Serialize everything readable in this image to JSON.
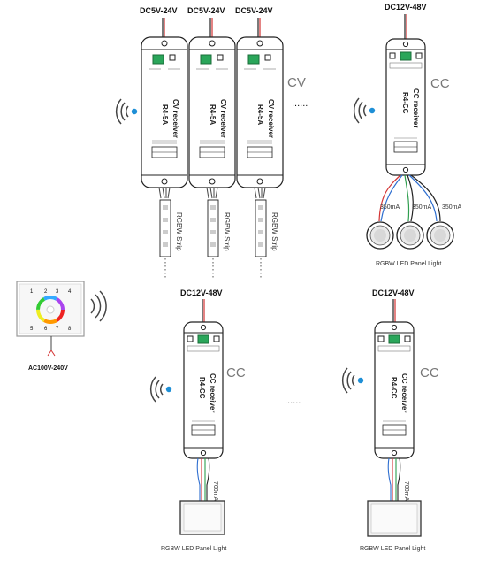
{
  "voltages": {
    "cv_supply": "DC5V-24V",
    "cc_supply": "DC12V-48V",
    "ac_supply": "AC100V-240V"
  },
  "modes": {
    "cv": "CV",
    "cc": "CC"
  },
  "receivers": {
    "cv_name": "CV receiver",
    "cv_model": "R4-5A",
    "cc_name": "CC receiver",
    "cc_model": "R4-CC"
  },
  "loads": {
    "strip": "RGBW Strip",
    "panel": "RGBW LED Panel Light",
    "current_350": "350mA",
    "current_700": "700mA"
  },
  "ellipsis": "......",
  "remote": {
    "buttons": [
      "1",
      "2",
      "3",
      "4",
      "5",
      "6",
      "7",
      "8"
    ]
  },
  "icons": {
    "signal": "wireless-signal-icon",
    "spot": "led-spotlight-icon",
    "panel": "led-panel-icon",
    "wheel": "color-wheel-icon"
  },
  "colors": {
    "signal_blue": "#1e8fd6",
    "line": "#222222",
    "wire_red": "#d33333",
    "wire_green": "#2f9e4f",
    "wire_blue": "#2f6fd0",
    "terminal_green": "#2aa65a"
  }
}
